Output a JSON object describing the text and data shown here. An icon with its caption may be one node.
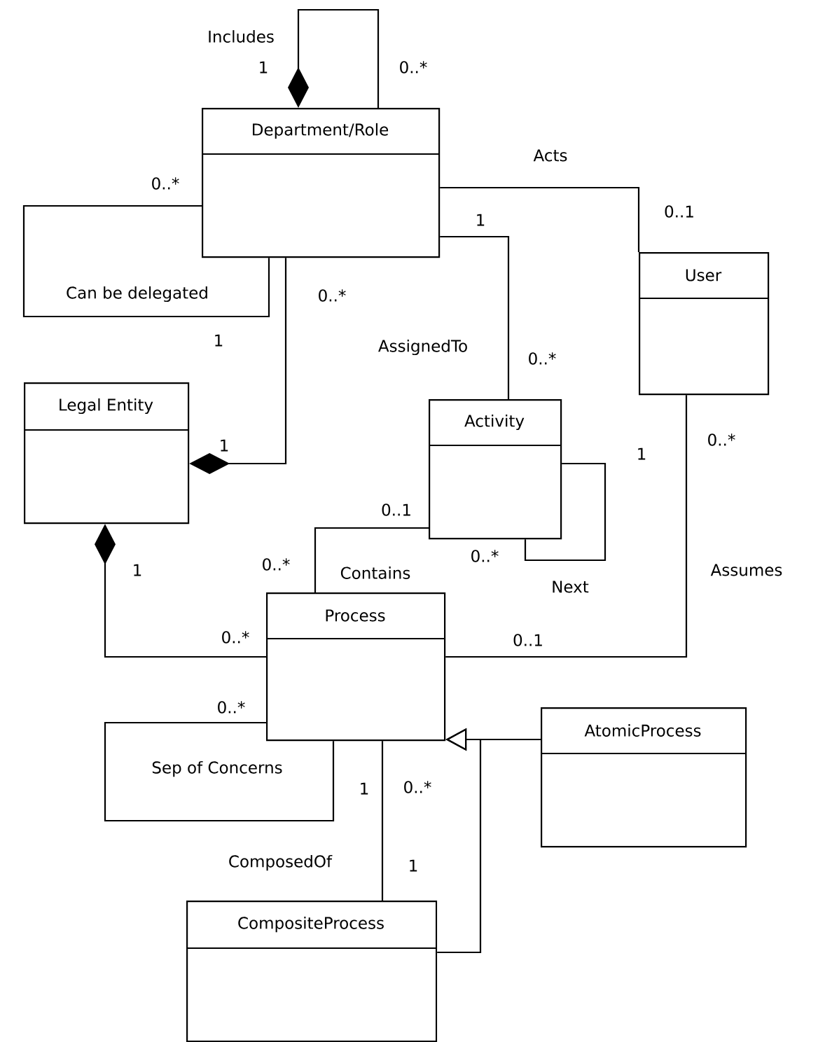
{
  "diagram": {
    "nodes": [
      {
        "text": [
          "Department/Role"
        ]
      },
      {
        "text": [
          "User"
        ]
      },
      {
        "text": [
          "Legal Entity"
        ]
      },
      {
        "text": [
          "Activity"
        ]
      },
      {
        "text": [
          "Process"
        ]
      },
      {
        "text": [
          "AtomicProcess"
        ]
      },
      {
        "text": [
          "CompositeProcess"
        ]
      }
    ],
    "edges": [
      {
        "from": 0,
        "to": 0,
        "arrow": "other",
        "label": "Includes"
      },
      {
        "from": 0,
        "to": 0,
        "arrow": "none",
        "label": "Can be delegated"
      },
      {
        "from": 0,
        "to": 1,
        "arrow": "none",
        "label": "Acts"
      },
      {
        "from": 0,
        "to": 3,
        "arrow": "none",
        "label": "AssignedTo"
      },
      {
        "from": 2,
        "to": 0,
        "arrow": "other"
      },
      {
        "from": 3,
        "to": 3,
        "arrow": "none",
        "label": "Next"
      },
      {
        "from": 3,
        "to": 4,
        "arrow": "none",
        "label": "Contains"
      },
      {
        "from": 2,
        "to": 4,
        "arrow": "other"
      },
      {
        "from": 4,
        "to": 1,
        "arrow": "none",
        "label": "Assumes"
      },
      {
        "from": 4,
        "to": 4,
        "arrow": "none",
        "label": "Sep of Concerns"
      },
      {
        "from": 4,
        "to": 6,
        "arrow": "none",
        "label": "ComposedOf"
      },
      {
        "from": 5,
        "to": 4,
        "arrow": "to"
      },
      {
        "from": 6,
        "to": 4,
        "arrow": "to"
      }
    ],
    "labels": [
      "1",
      "0..*",
      "0..*",
      "0..1",
      "1",
      "0..*",
      "1",
      "0..*",
      "0..*",
      "1",
      "1",
      "0..1",
      "0..*",
      "0..*",
      "1",
      "0..*",
      "0..1",
      "0..*",
      "0..*",
      "1",
      "1"
    ]
  }
}
